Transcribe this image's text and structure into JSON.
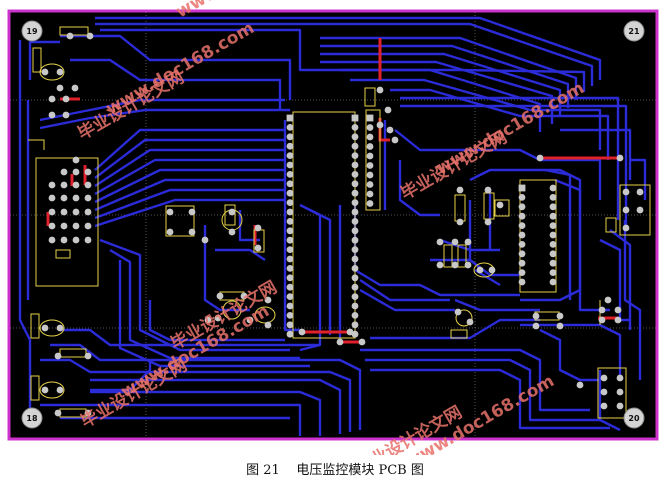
{
  "figure": {
    "caption_number": "图 21",
    "caption_text": "电压监控模块 PCB 图"
  },
  "corner_labels": {
    "top_left": "19",
    "top_right": "21",
    "bottom_left": "18",
    "bottom_right": "20"
  },
  "watermarks": [
    "毕业设计论文网",
    "www.doc168.com",
    "毕业设计论文网",
    "www.doc168.com",
    "毕业设计论文网",
    "www.doc168.com",
    "毕业设计论文网",
    "www.doc168.com",
    "毕业设计论文网",
    "www.doc168.com"
  ],
  "colors": {
    "board_background": "#000000",
    "board_outline": "#cc33cc",
    "trace_bottom": "#2b2bd8",
    "trace_top": "#e0202a",
    "pad": "#c8c8c8",
    "silkscreen": "#e6d24a",
    "grid": "#7a7a7a",
    "watermark": "#e8726b"
  }
}
